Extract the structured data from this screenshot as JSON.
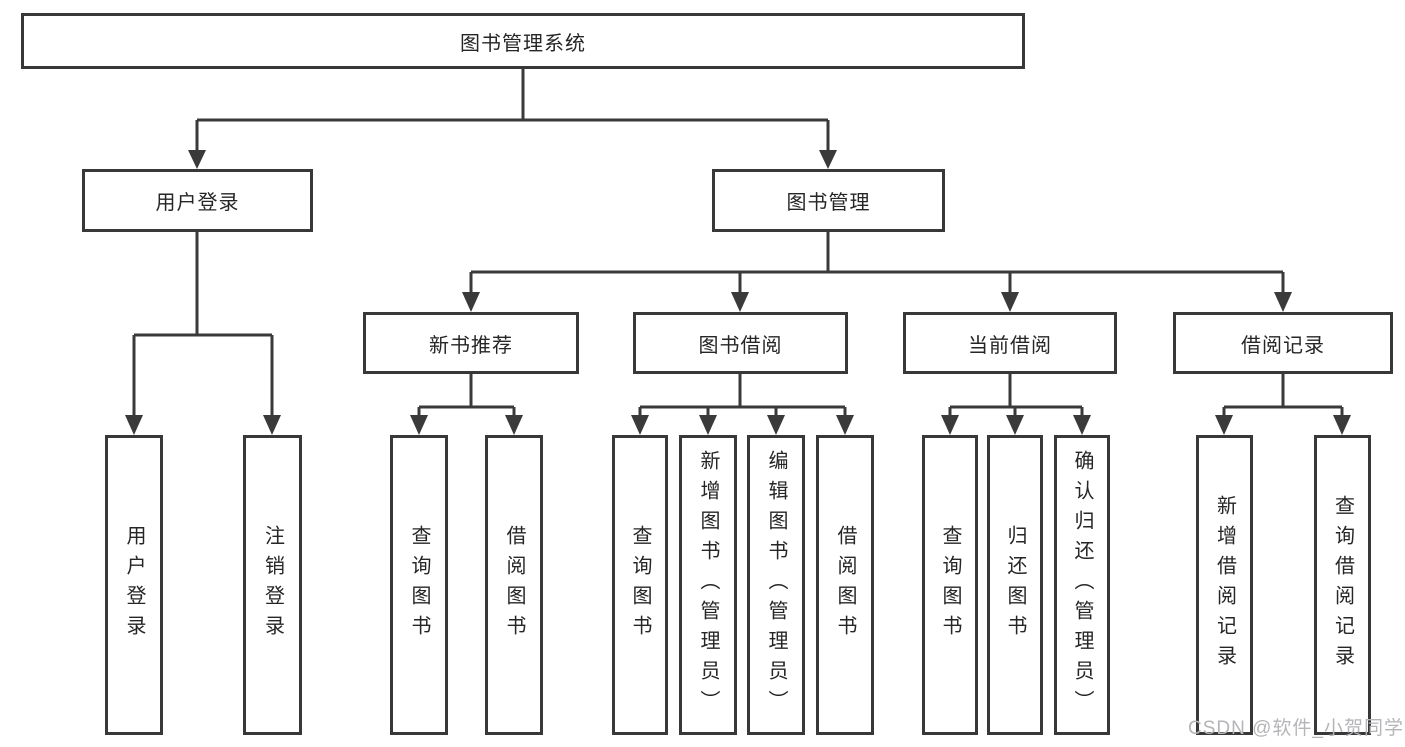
{
  "tree": {
    "root": "图书管理系统",
    "branches": [
      {
        "label": "用户登录",
        "children": [
          "用户登录",
          "注销登录"
        ]
      },
      {
        "label": "图书管理",
        "children": [
          {
            "label": "新书推荐",
            "children": [
              "查询图书",
              "借阅图书"
            ]
          },
          {
            "label": "图书借阅",
            "children": [
              "查询图书",
              "新增图书（管理员）",
              "编辑图书（管理员）",
              "借阅图书"
            ]
          },
          {
            "label": "当前借阅",
            "children": [
              "查询图书",
              "归还图书",
              "确认归还（管理员）"
            ]
          },
          {
            "label": "借阅记录",
            "children": [
              "新增借阅记录",
              "查询借阅记录"
            ]
          }
        ]
      }
    ]
  },
  "watermark": "CSDN @软件_小贺同学",
  "colors": {
    "line": "#3a3a3a",
    "box_border": "#383838",
    "text": "#262626",
    "watermark": "#b5b5b9",
    "background": "#ffffff"
  }
}
